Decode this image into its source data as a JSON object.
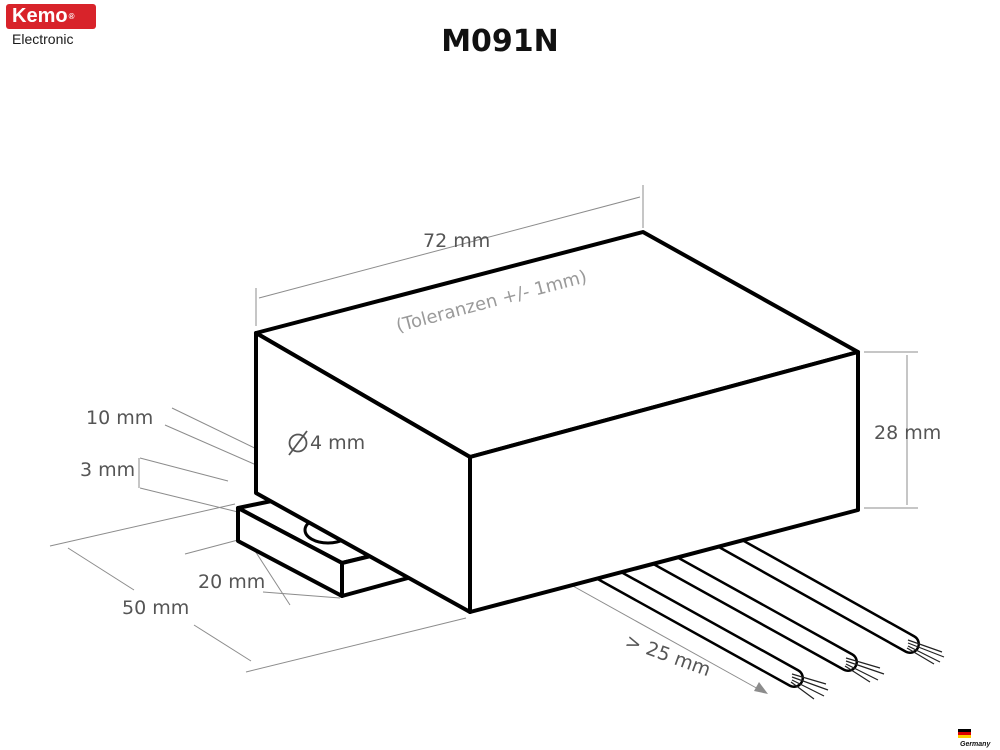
{
  "logo": {
    "brand": "Kemo",
    "registered": "®",
    "subtitle": "Electronic"
  },
  "title": "M091N",
  "dimensions": {
    "length": "72 mm",
    "tolerance": "(Toleranzen +/- 1mm)",
    "height": "28 mm",
    "hole_diameter": "4 mm",
    "tab_length": "10 mm",
    "tab_thickness": "3 mm",
    "tab_width": "20 mm",
    "depth": "50 mm",
    "wire_length": "> 25 mm"
  },
  "badge": {
    "country": "Germany"
  },
  "colors": {
    "brand": "#d8232a",
    "dimension_text": "#555555",
    "tolerance_text": "#9a9a9a"
  }
}
